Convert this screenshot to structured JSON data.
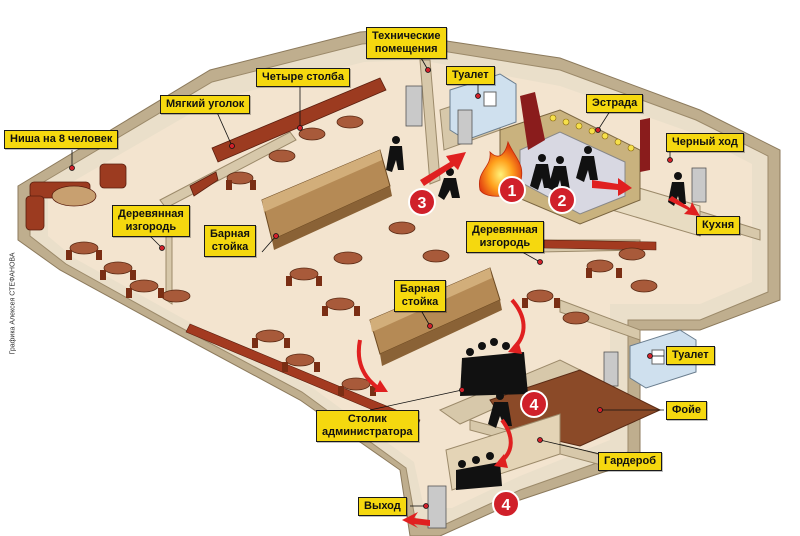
{
  "labels": {
    "tech_rooms": "Технические\nпомещения",
    "toilet_top": "Туалет",
    "four_pillars": "Четыре столба",
    "soft_corner": "Мягкий уголок",
    "stage": "Эстрада",
    "niche": "Ниша на 8 человек",
    "back_exit": "Черный ход",
    "wooden_fence_left": "Деревянная\nизгородь",
    "bar_counter_top": "Барная\nстойка",
    "wooden_fence_right": "Деревянная\nизгородь",
    "kitchen": "Кухня",
    "bar_counter_mid": "Барная\nстойка",
    "toilet_right": "Туалет",
    "foyer": "Фойе",
    "admin_table": "Столик\nадминистратора",
    "cloakroom": "Гардероб",
    "exit": "Выход"
  },
  "markers": [
    "1",
    "2",
    "3",
    "4",
    "4"
  ],
  "credit": "Графика Алексея СТЕФАНОВА",
  "colors": {
    "label_bg": "#f5d80f",
    "marker_red": "#d0202a",
    "arrow_red": "#e02020",
    "floor": "#f3e4cf",
    "wall_top": "#eadfca",
    "wall_side": "#bfae8e",
    "furniture": "#8a3c22",
    "people": "#111111"
  }
}
